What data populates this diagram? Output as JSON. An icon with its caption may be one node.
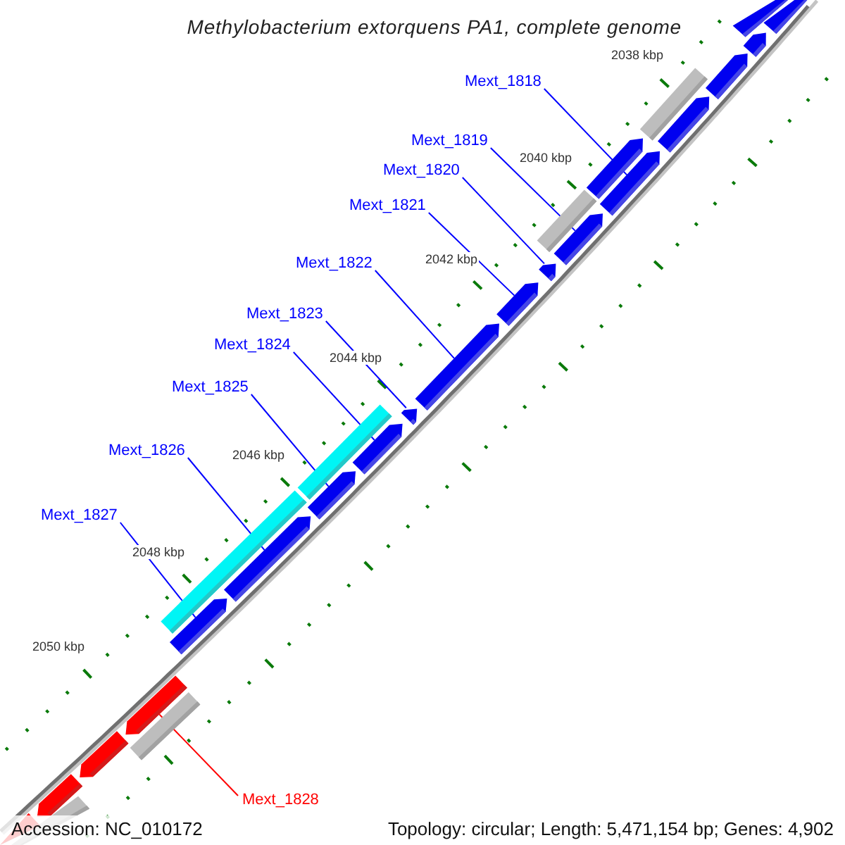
{
  "diagram": {
    "title": "Methylobacterium extorquens PA1, complete genome",
    "nodes": [
      {
        "text": [
          "Mext_1818"
        ]
      },
      {
        "text": [
          "Mext_1819"
        ]
      },
      {
        "text": [
          "Mext_1820"
        ]
      },
      {
        "text": [
          "Mext_1821"
        ]
      },
      {
        "text": [
          "Mext_1822"
        ]
      },
      {
        "text": [
          "Mext_1823"
        ]
      },
      {
        "text": [
          "Mext_1824"
        ]
      },
      {
        "text": [
          "Mext_1825"
        ]
      },
      {
        "text": [
          "Mext_1826"
        ]
      },
      {
        "text": [
          "Mext_1827"
        ]
      },
      {
        "text": [
          "Mext_1828"
        ]
      },
      {
        "text": [],
        "shape": "arrow"
      },
      {
        "text": [],
        "shape": "arrow"
      },
      {
        "text": [],
        "shape": "arrow"
      },
      {
        "text": [],
        "shape": "arrow"
      },
      {
        "text": [],
        "shape": "bar"
      },
      {
        "text": [],
        "shape": "arrow"
      },
      {
        "text": [],
        "shape": "arrow"
      },
      {
        "text": [],
        "shape": "arrow"
      },
      {
        "text": [],
        "shape": "bar"
      },
      {
        "text": [],
        "shape": "arrow"
      },
      {
        "text": [],
        "shape": "arrow"
      },
      {
        "text": [],
        "shape": "arrow"
      },
      {
        "text": [],
        "shape": "arrow"
      },
      {
        "text": [],
        "shape": "arrow"
      },
      {
        "text": [],
        "shape": "bar"
      },
      {
        "text": [],
        "shape": "arrow"
      },
      {
        "text": [],
        "shape": "arrow"
      },
      {
        "text": [],
        "shape": "bar"
      },
      {
        "text": [],
        "shape": "arrow"
      },
      {
        "text": [],
        "shape": "arrow"
      },
      {
        "text": [],
        "shape": "arrow"
      },
      {
        "text": [],
        "shape": "bar"
      },
      {
        "text": [],
        "shape": "arrow"
      },
      {
        "text": [],
        "shape": "arrow"
      },
      {
        "text": [],
        "shape": "bar"
      },
      {
        "text": [],
        "shape": "arrow"
      }
    ],
    "edges": [
      {
        "from": 0,
        "to": 18,
        "arrow": "none"
      },
      {
        "from": 1,
        "to": 20,
        "arrow": "none"
      },
      {
        "from": 2,
        "to": 21,
        "arrow": "none"
      },
      {
        "from": 3,
        "to": 22,
        "arrow": "none"
      },
      {
        "from": 4,
        "to": 23,
        "arrow": "none"
      },
      {
        "from": 5,
        "to": 24,
        "arrow": "none"
      },
      {
        "from": 6,
        "to": 26,
        "arrow": "none"
      },
      {
        "from": 7,
        "to": 27,
        "arrow": "none"
      },
      {
        "from": 8,
        "to": 29,
        "arrow": "none"
      },
      {
        "from": 9,
        "to": 30,
        "arrow": "none"
      },
      {
        "from": 10,
        "to": 31,
        "arrow": "none",
        "color": "#ff0000"
      }
    ],
    "labels": [
      "2038 kbp",
      "2040 kbp",
      "2042 kbp",
      "2044 kbp",
      "2046 kbp",
      "2048 kbp",
      "2050 kbp",
      "Accession: NC_010172",
      "Topology: circular; Length: 5,471,154 bp; Genes: 4,902"
    ]
  }
}
